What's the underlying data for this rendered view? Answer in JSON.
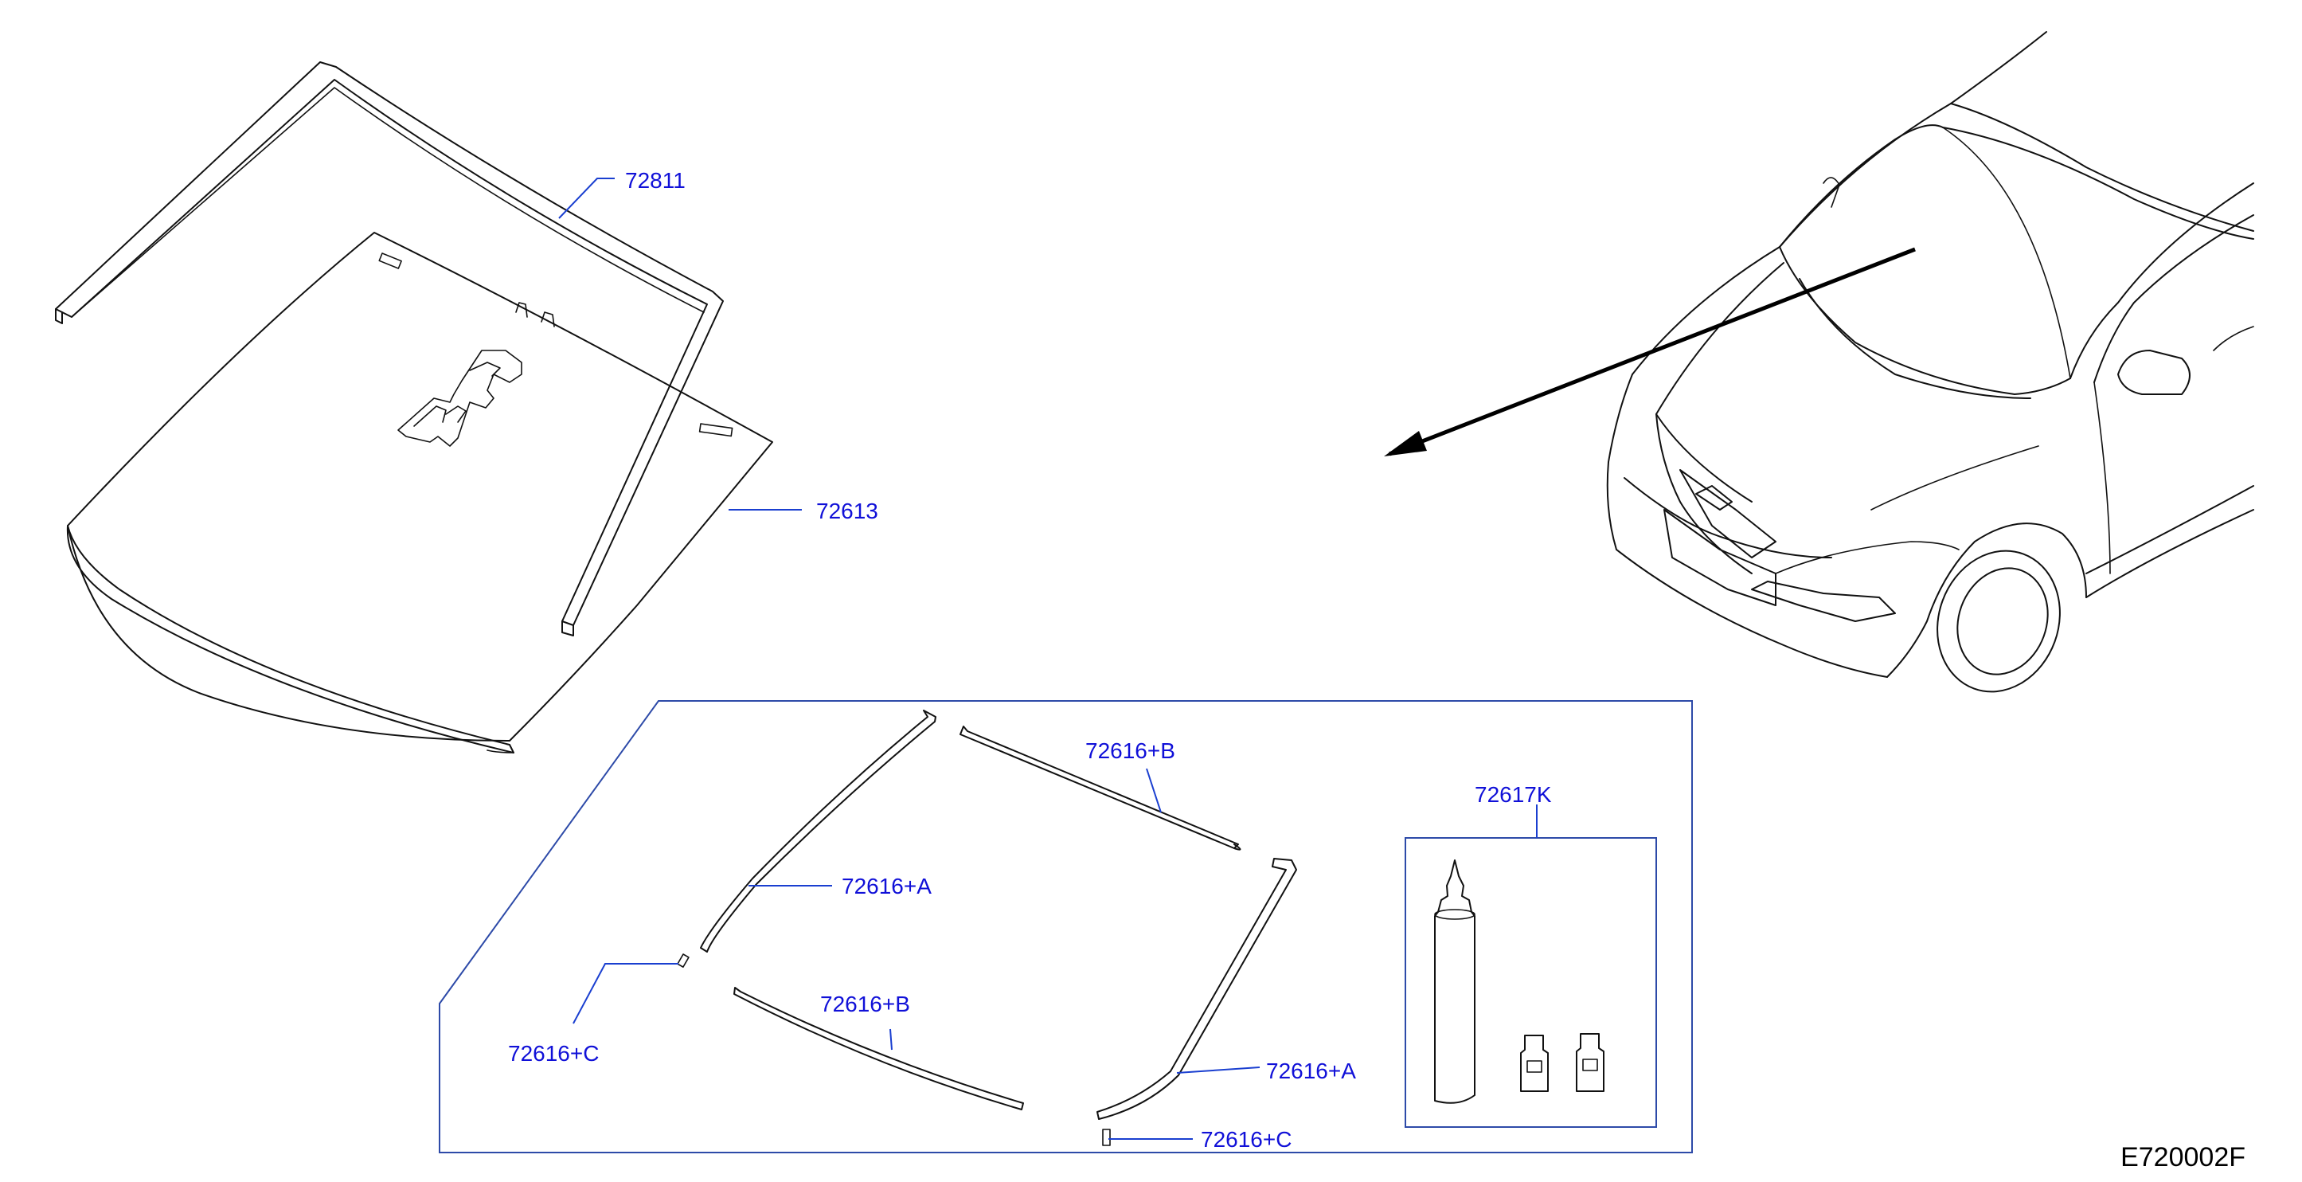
{
  "diagram": {
    "id": "E720002F",
    "callouts": {
      "moulding": "72811",
      "windshield_glass": "72613",
      "spacer_b_upper": "72616+B",
      "spacer_a_left": "72616+A",
      "spacer_c_left": "72616+C",
      "spacer_b_lower": "72616+B",
      "spacer_a_right": "72616+A",
      "spacer_c_right": "72616+C",
      "adhesive_kit": "72617K"
    }
  },
  "colors": {
    "callout_text": "#1010d8",
    "leader_line": "#1a3fd0",
    "frame": "#2d4aa8",
    "line_art": "#111111"
  }
}
